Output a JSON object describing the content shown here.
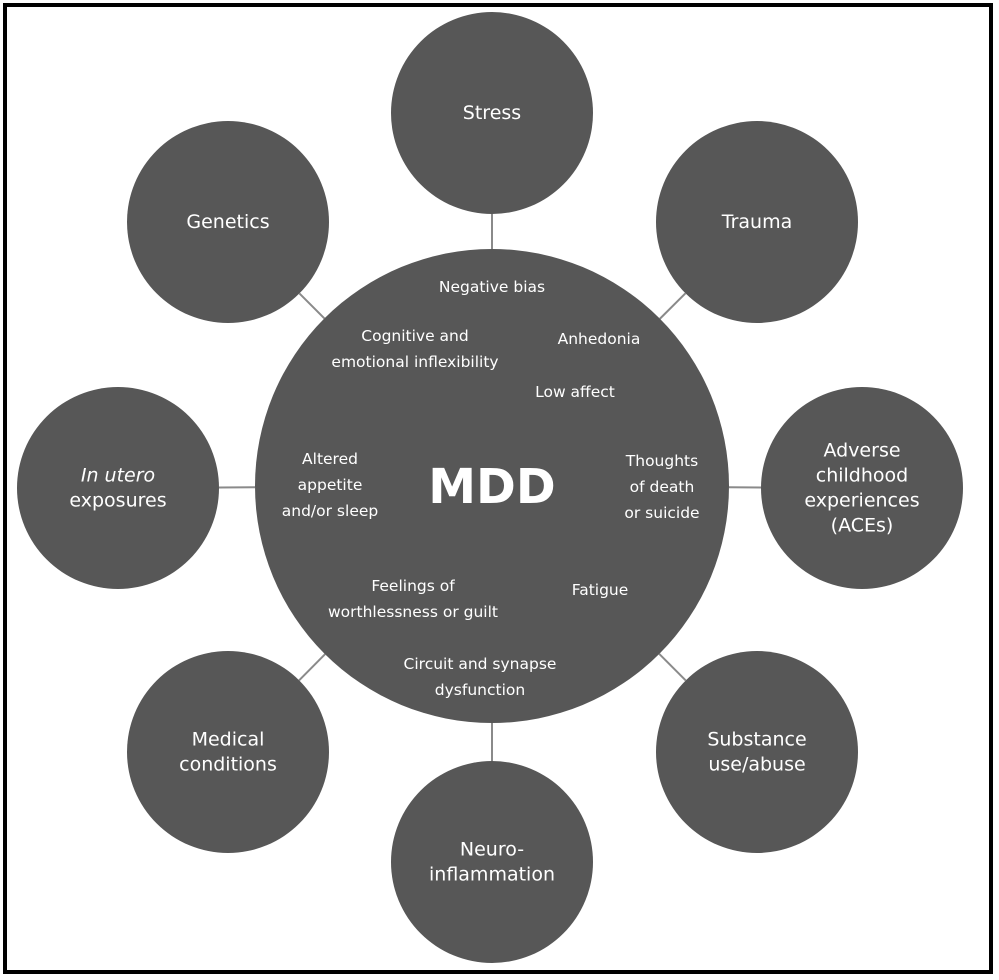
{
  "diagram": {
    "center": {
      "label": "MDD"
    },
    "symptoms": [
      {
        "lines": [
          "Negative bias"
        ]
      },
      {
        "lines": [
          "Cognitive and",
          "emotional inflexibility"
        ]
      },
      {
        "lines": [
          "Anhedonia"
        ]
      },
      {
        "lines": [
          "Low affect"
        ]
      },
      {
        "lines": [
          "Altered",
          "appetite",
          "and/or sleep"
        ]
      },
      {
        "lines": [
          "Thoughts",
          "of death",
          "or suicide"
        ]
      },
      {
        "lines": [
          "Feelings of",
          "worthlessness or guilt"
        ]
      },
      {
        "lines": [
          "Fatigue"
        ]
      },
      {
        "lines": [
          "Circuit and synapse",
          "dysfunction"
        ]
      }
    ],
    "factors": [
      {
        "lines": [
          "Stress"
        ]
      },
      {
        "lines": [
          "Trauma"
        ]
      },
      {
        "lines": [
          "Adverse",
          "childhood",
          "experiences",
          "(ACEs)"
        ]
      },
      {
        "lines": [
          "Substance",
          "use/abuse"
        ]
      },
      {
        "lines": [
          "Neuro-",
          "inflammation"
        ]
      },
      {
        "lines": [
          "Medical",
          "conditions"
        ]
      },
      {
        "lines": [
          "In utero",
          "exposures"
        ]
      },
      {
        "lines": [
          "Genetics"
        ]
      }
    ],
    "colors": {
      "circle": "#575757",
      "connector": "#8a8a8a",
      "border": "#000000",
      "text": "#ffffff"
    }
  }
}
